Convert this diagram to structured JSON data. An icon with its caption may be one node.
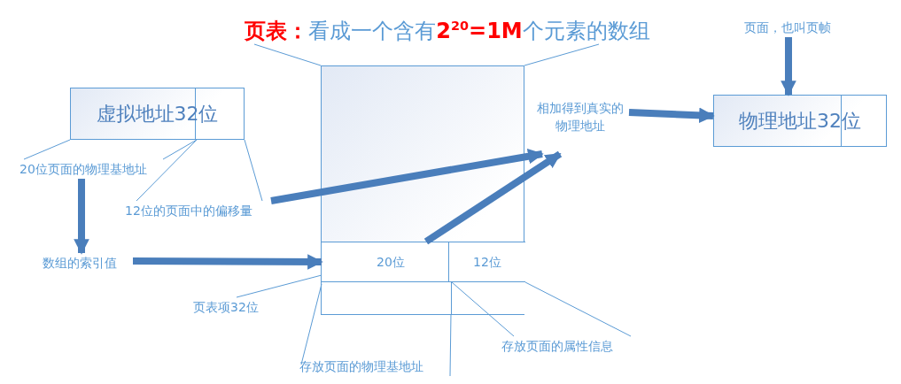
{
  "diagram": {
    "nodes": [
      {
        "text": [
          "虚拟地址32位"
        ]
      },
      {
        "text": [
          "20位页面的物理基地址"
        ]
      },
      {
        "text": [
          "12位的页面中的偏移量"
        ]
      },
      {
        "text": [
          "数组的索引值"
        ]
      },
      {
        "text": [
          "**页表：**看成一个含有**2$^{20}$=1M**个元素的数组"
        ]
      },
      {
        "text": [],
        "shape": "box"
      },
      {
        "text": [
          "20位"
        ],
        "in": 5
      },
      {
        "text": [
          "12位"
        ],
        "in": 5
      },
      {
        "text": [],
        "shape": "box",
        "in": 5
      },
      {
        "text": [],
        "shape": "box",
        "in": 5
      },
      {
        "text": [
          "页表项32位"
        ]
      },
      {
        "text": [
          "存放页面的物理基地址"
        ]
      },
      {
        "text": [
          "存放页面的属性信息"
        ]
      },
      {
        "text": [
          "相加得到真实的物理地址"
        ]
      },
      {
        "text": [
          "物理地址32位"
        ]
      },
      {
        "text": [
          "页面，也叫页帧"
        ]
      }
    ],
    "edges": [
      {
        "from": 1,
        "to": 3,
        "arrow": "to",
        "style": "thick",
        "color": "#4a7ebb"
      },
      {
        "from": 3,
        "to": 6,
        "arrow": "to",
        "style": "thick",
        "color": "#4a7ebb"
      },
      {
        "from": 2,
        "to": 13,
        "arrow": "to",
        "style": "thick",
        "color": "#4a7ebb"
      },
      {
        "from": 6,
        "to": 13,
        "arrow": "to",
        "style": "thick",
        "color": "#4a7ebb"
      },
      {
        "from": 13,
        "to": 14,
        "arrow": "to",
        "style": "thick",
        "color": "#4a7ebb"
      },
      {
        "from": 15,
        "to": 14,
        "arrow": "to",
        "style": "thick",
        "color": "#4a7ebb"
      },
      {
        "from": 1,
        "to": 0,
        "arrow": "none"
      },
      {
        "from": 1,
        "to": 0,
        "arrow": "none"
      },
      {
        "from": 2,
        "to": 0,
        "arrow": "none"
      },
      {
        "from": 2,
        "to": 0,
        "arrow": "none"
      },
      {
        "from": 4,
        "to": 5,
        "arrow": "none"
      },
      {
        "from": 4,
        "to": 5,
        "arrow": "none"
      },
      {
        "from": 10,
        "to": 6,
        "arrow": "none"
      },
      {
        "from": 11,
        "to": 8,
        "arrow": "none"
      },
      {
        "from": 11,
        "to": 8,
        "arrow": "none"
      },
      {
        "from": 12,
        "to": 9,
        "arrow": "none"
      },
      {
        "from": 12,
        "to": 9,
        "arrow": "none"
      }
    ]
  }
}
